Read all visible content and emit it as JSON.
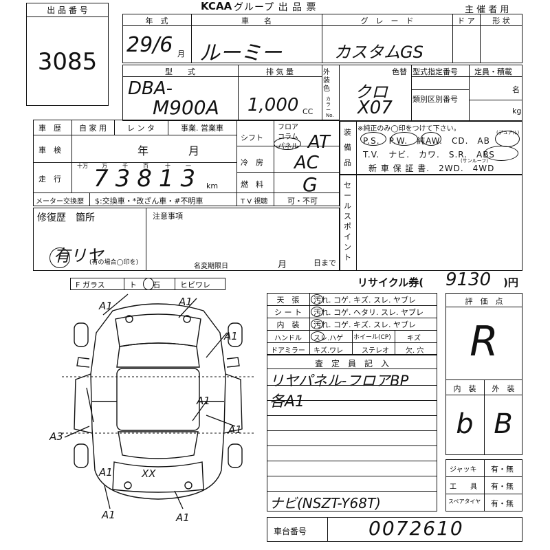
{
  "lot": {
    "header": "出 品 番 号",
    "number": "3085"
  },
  "banner": {
    "logo": "KCAA",
    "title": "グループ 出 品 票",
    "organizer": "主 催 者 用"
  },
  "head": {
    "year_label": "年　式",
    "car_label": "車　　名",
    "grade_label": "グ　レ　ー　ド",
    "door_label": "ド ア",
    "shape_label": "形 状",
    "year": "29/6",
    "month_suffix": "月",
    "car_name": "ルーミー",
    "grade": "カスタムGS"
  },
  "model": {
    "type_label": "型　　式",
    "disp_label": "排 気 量",
    "type": "DBA-M900A",
    "type_line1": "DBA-",
    "type_line2": "M900A",
    "displacement": "1,000",
    "cc": "CC",
    "exterior_color_label": "外装色",
    "color_no_label": "カラーNo.",
    "color": "クロ",
    "color_no": "X07",
    "color_change_label": "色替",
    "model_no_label": "型式指定番号",
    "category_no_label": "類別区別番号",
    "capacity_label": "定員・積載",
    "persons_unit": "名",
    "kg_unit": "kg"
  },
  "history": {
    "label": "車　歴",
    "options": [
      "自 家 用",
      "レ ン タ",
      "事業. 営業車"
    ],
    "inspection_label": "車　検",
    "inspection_year": "年",
    "inspection_month": "月",
    "mileage_label": "走　行",
    "mileage_units": [
      "十万",
      "万",
      "千",
      "百",
      "十",
      "一"
    ],
    "mileage": "73813",
    "km": "km",
    "meter_label": "メーター交換歴",
    "meter_options": "$:交換車・*改ざん車・#不明車"
  },
  "drive": {
    "shift_label": "シフト",
    "shift_options": [
      "フロア",
      "コラム",
      "パネル"
    ],
    "shift": "AT",
    "ac_label": "冷　房",
    "ac": "AC",
    "fuel_label": "燃　料",
    "fuel": "G",
    "tv_label": "T V 視聴",
    "tv_value": "可・不可"
  },
  "equipment": {
    "label": "装備品",
    "note": "※純正のみ◯印をつけて下さい。",
    "row1": "P.S.　P.W.　純AW.　CD.　AB",
    "row2": "T.V.　ナビ.　カワ.　S.R.　ABS",
    "sunroof": "(サンルーフ)",
    "dual": "(デュアル)",
    "row3": "新 車 保 証 書.　2WD.　4WD"
  },
  "sale_points_label": "セールスポイント",
  "repair": {
    "label": "修復歴　箇所",
    "notes_label": "注意事項",
    "value": "有リヤ",
    "hint": "(有の場合◯印を)",
    "deadline_label": "名変期限日",
    "month": "月",
    "day": "日まで"
  },
  "glass": {
    "items": [
      "F ガラス",
      "ト",
      "石",
      "ヒビワレ"
    ]
  },
  "recycle": {
    "label": "リサイクル券(",
    "amount": "9130",
    "yen": ")円"
  },
  "condition": {
    "rows": [
      {
        "label": "天　張",
        "text": "汚れ. コゲ. キズ. スレ. ヤブレ"
      },
      {
        "label": "シ ー ト",
        "text": "汚れ. コゲ. ヘタリ. スレ. ヤブレ"
      },
      {
        "label": "内　装",
        "text": "汚れ. コゲ. キズ. スレ. ヤブレ"
      }
    ],
    "handle_label": "ハンドル",
    "handle_text": "スレ.ハゲ",
    "wheel_label": "ホイール(CP)",
    "wheel_text": "キズ",
    "mirror_label": "ドアミラー",
    "mirror_text": "キズ.ワレ",
    "stereo_label": "ステレオ",
    "stereo_text": "欠. 穴"
  },
  "inspector": {
    "label": "査　定　員　記　入",
    "line1": "リヤパネル-フロアBP",
    "line2": "各A1",
    "line3": "ナビ(NSZT-Y68T)"
  },
  "score": {
    "label": "評　価　点",
    "overall": "R",
    "interior_label": "内　装",
    "exterior_label": "外　装",
    "interior": "b",
    "exterior": "B"
  },
  "extras": [
    {
      "label": "ジャッキ",
      "value": "有・無"
    },
    {
      "label": "工　　具",
      "value": "有・無"
    },
    {
      "label": "スペアタイヤ",
      "value": "有・無"
    }
  ],
  "chassis": {
    "label": "車台番号",
    "value": "0072610"
  },
  "diagram_marks": {
    "a1": "A1",
    "a3": "A3",
    "xx": "XX"
  }
}
